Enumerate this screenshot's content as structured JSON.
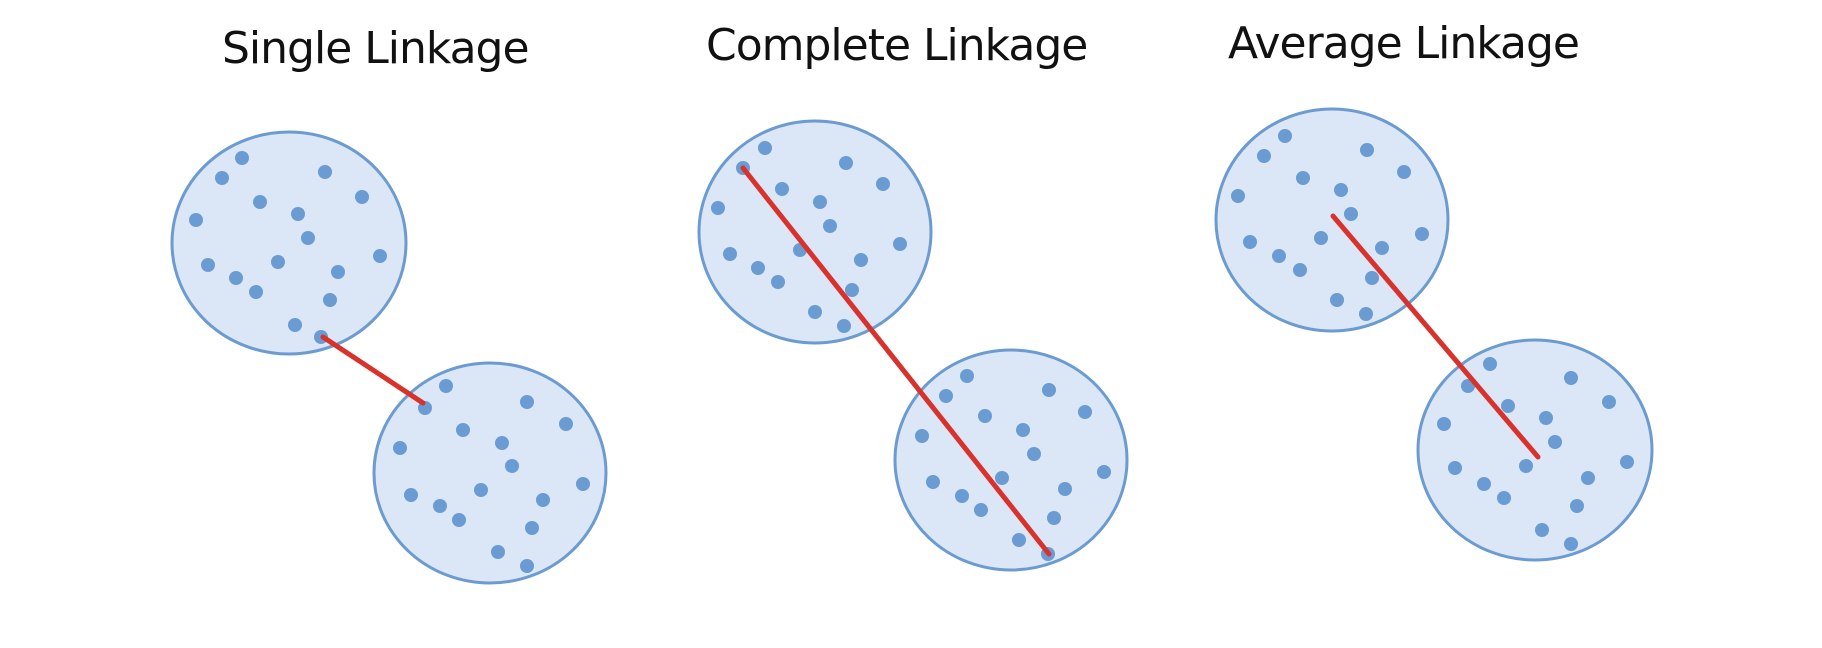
{
  "titles": {
    "single": "Single Linkage",
    "complete": "Complete Linkage",
    "average": "Average Linkage"
  },
  "colors": {
    "cluster_fill": "#dbe7f6",
    "cluster_stroke": "#6b9bd1",
    "point": "#6a9bd3",
    "link": "#d9312b",
    "centroid_marker": "#d9312b"
  }
}
